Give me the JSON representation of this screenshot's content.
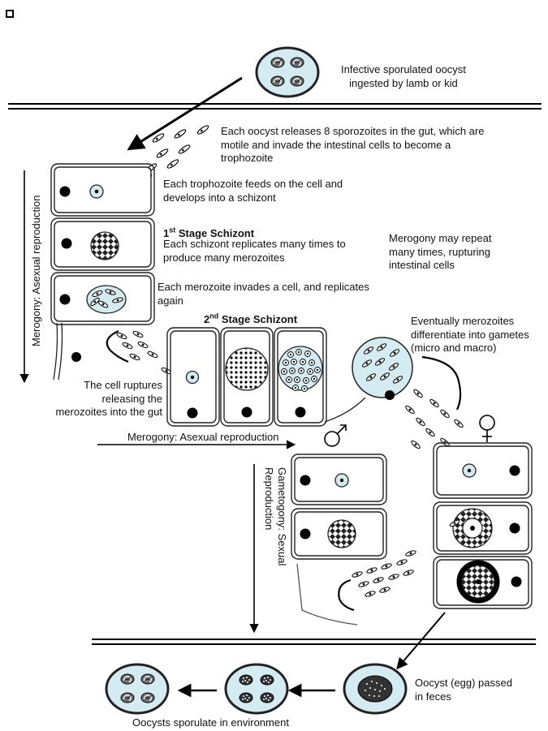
{
  "labels": {
    "ingested": "Infective sporulated oocyst\ningested by lamb or kid",
    "sporozoites": "Each oocyst releases 8 sporozoites in the gut, which are\nmotile and invade the intestinal cells to become a\ntrophozoite",
    "trophozoite": "Each trophozoite feeds on the cell and\ndevelops into a schizont",
    "first_stage_title": "1st Stage Schizont",
    "first_stage_body": "Each schizont replicates many times to\nproduce many merozoites",
    "merogony_repeat": "Merogony may repeat\nmany times, rupturing\nintestinal cells",
    "merozoite_invades": "Each merozoite invades a cell, and replicates\nagain",
    "second_stage_title": "2nd Stage Schizont",
    "gametes": "Eventually merozoites\ndifferentiate into gametes\n(micro and macro)",
    "ruptures": "The cell ruptures\nreleasing the\nmerozoites into the gut",
    "merogony_horizontal": "Merogony: Asexual reproduction",
    "merogony_vertical": "Merogony: Asexual reproduction",
    "gametogony": "Gametogony: Sexual\nReproduction",
    "oocyst_passed": "Oocyst (egg) passed\nin feces",
    "sporulate": "Oocysts sporulate in environment"
  },
  "symbols": {
    "male": "♂",
    "female": "♀"
  },
  "colors": {
    "cell_fill": "#d3ebf1",
    "nucleus": "#000000",
    "outline": "#222222"
  }
}
